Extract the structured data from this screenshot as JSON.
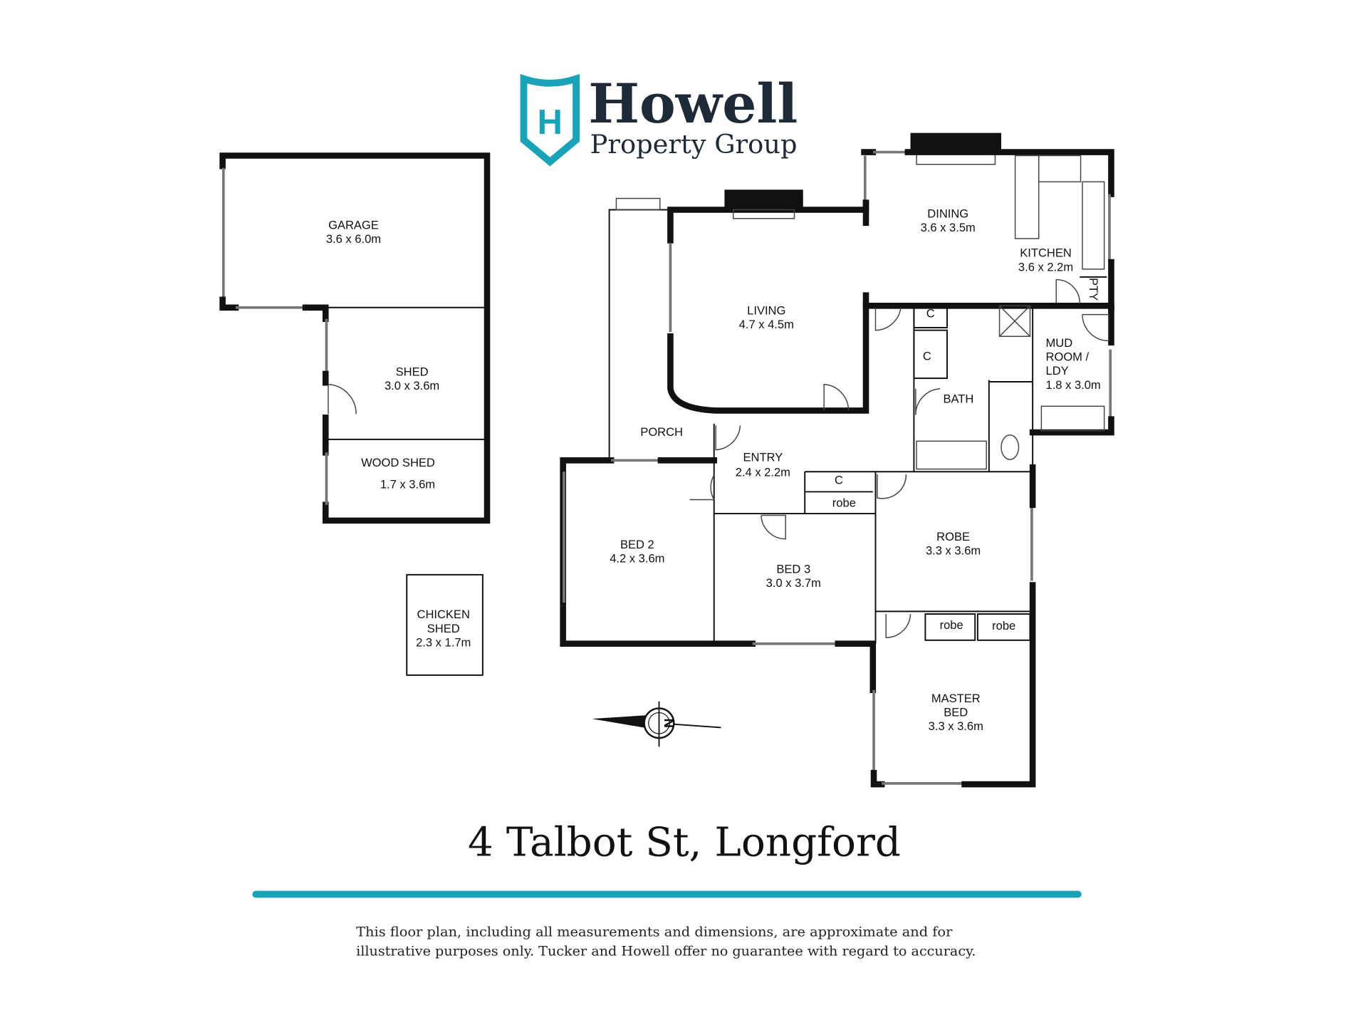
{
  "brand": {
    "name": "Howell",
    "subtitle": "Property Group",
    "logo_letter": "H",
    "accent": "#1aa3b8",
    "dark": "#1f2a38"
  },
  "rooms": {
    "garage": {
      "name": "GARAGE",
      "size": "3.6 x 6.0m"
    },
    "shed": {
      "name": "SHED",
      "size": "3.0 x 3.6m"
    },
    "wood_shed": {
      "name": "WOOD SHED",
      "size": "1.7 x 3.6m"
    },
    "chicken_shed": {
      "name1": "CHICKEN",
      "name2": "SHED",
      "size": "2.3 x 1.7m"
    },
    "dining": {
      "name": "DINING",
      "size": "3.6 x 3.5m"
    },
    "kitchen": {
      "name": "KITCHEN",
      "size": "3.6 x 2.2m"
    },
    "pty": {
      "name": "PTY"
    },
    "living": {
      "name": "LIVING",
      "size": "4.7 x 4.5m"
    },
    "mud_room": {
      "name1": "MUD",
      "name2": "ROOM /",
      "name3": "LDY",
      "size": "1.8 x 3.0m"
    },
    "bath": {
      "name": "BATH"
    },
    "closet1": {
      "name": "C"
    },
    "closet2": {
      "name": "C"
    },
    "closet3": {
      "name": "C"
    },
    "porch": {
      "name": "PORCH"
    },
    "entry": {
      "name": "ENTRY",
      "size": "2.4 x 2.2m"
    },
    "robe_entry": {
      "name": "robe"
    },
    "bed2": {
      "name": "BED 2",
      "size": "4.2 x 3.6m"
    },
    "bed3": {
      "name": "BED 3",
      "size": "3.0 x 3.7m"
    },
    "robe_room": {
      "name": "ROBE",
      "size": "3.3 x 3.6m"
    },
    "robe_a": {
      "name": "robe"
    },
    "robe_b": {
      "name": "robe"
    },
    "master": {
      "name1": "MASTER",
      "name2": "BED",
      "size": "3.3 x 3.6m"
    }
  },
  "compass": {
    "letter": "N"
  },
  "address": "4 Talbot St, Longford",
  "disclaimer": {
    "line1": "This floor plan, including all measurements and dimensions, are approximate and for",
    "line2": "illustrative purposes only.  Tucker and Howell offer no guarantee with regard to accuracy."
  }
}
